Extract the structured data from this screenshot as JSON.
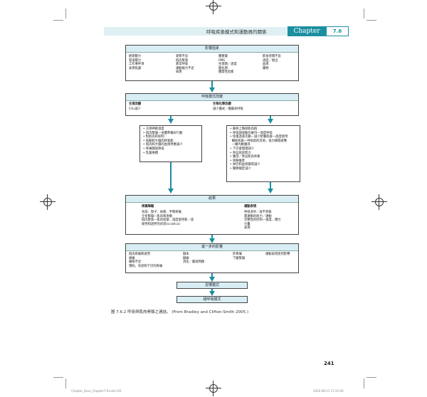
{
  "header": {
    "running_title": "呼吸疾患模式和運動員的關係",
    "chapter_label": "Chapter",
    "chapter_number": "7.6"
  },
  "diagram": {
    "box1": {
      "title": "影響因素",
      "col1": [
        "經期壓力",
        "管道壓力",
        "工作事件項",
        "表現焦慮"
      ],
      "col2": [
        "姿勢不良",
        "肌肉緊張",
        "異常呼吸",
        "運動能力不足",
        "病患"
      ],
      "col3": [
        "體重變",
        "PMS",
        "生理期／過度",
        "變化期",
        "體質性因素"
      ],
      "col4": [
        "飲食習慣不良",
        "過度／脫出",
        "血液",
        "藥物"
      ]
    },
    "box2": {
      "title": "呼吸模式改變",
      "left_heading": "生理改變",
      "left_line": "CO₂減少",
      "right_heading": "生物化學改變",
      "right_line": "減少腹式／橫膈式呼吸"
    },
    "box3": {
      "items": [
        "交感神經過度",
        "肌肉緊繃—身體準備好行動",
        "對肌肉的抑制",
        "肌動和大腦的耗氧能",
        "肌肉和大腦的血液供應減少",
        "疼痛閾值降低",
        "乳酸堆積"
      ]
    },
    "box4": {
      "items": [
        "鎖骨上胸部肌肉群",
        "呼吸調速動作維持—過度呼吸",
        "恢復過速次數—減少給養肌群—過度使用",
        "輔助肌群—呼吸肌的其他，協力補償疲憊",
        "—擴內動腹部",
        "下巴會慢慢減少",
        "骨盆底部無力",
        "腹部／骨盆肌肉失衡",
        "骨骼傷害",
        "淋巴和血液循環減少",
        "關節穩定減少"
      ]
    },
    "box5": {
      "title": "結果",
      "left_heading": "疼痛障礙",
      "left_items": [
        "背部、脖子、肩膀、手臂疼痛",
        "全身緊繃—肌肉和骨骼",
        "肌肉緊張—肌肉痙攣、過度使用和／或",
        "疲勞和過勞的背部(sciatica)"
      ],
      "right_heading": "運動表現",
      "right_items": [
        "呼吸道窄／容不到氧",
        "需運動的耐力／運動",
        "完整性的控制—速度、爆力",
        "力量",
        "表現"
      ]
    },
    "box6": {
      "title": "進一步的影響",
      "col1": [
        "肌肉疼痛和疲勞",
        "頭痛",
        "睡眠不足",
        "預防，背部和下巴的疼痛"
      ],
      "col2": [
        "腳本",
        "腳痛",
        "消化／腸道問題"
      ],
      "col3": [
        "肝胃痛",
        "下腹緊繃"
      ],
      "col4": [
        "運動表現受到影響"
      ]
    },
    "box7": {
      "title": "習慣模式"
    },
    "box8": {
      "title": "組呼吸模式"
    }
  },
  "caption": "圖 7.6.2  呼吸與肌肉骨骼之連結。 (From Bradley and Clifton-Smith 2005.)",
  "page_number": "241",
  "footer_left": "Chapter_0xxx_Chapter7.6.indd  241",
  "footer_right": "2020-08-21  17:22:46",
  "colors": {
    "accent": "#1b8fa0",
    "box_header": "#d9eef4"
  }
}
